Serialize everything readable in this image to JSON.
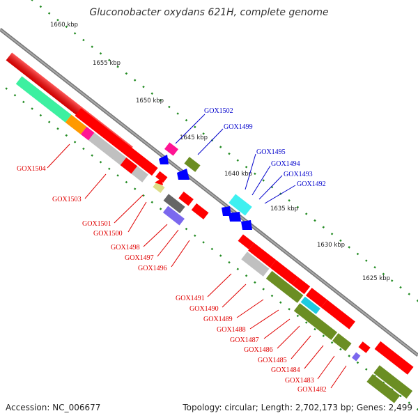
{
  "title": "Gluconobacter oxydans 621H, complete genome",
  "footer": {
    "accession": "Accession: NC_006677",
    "topology": "Topology: circular; Length: 2,702,173 bp; Genes: 2,499"
  },
  "scale_labels": [
    "1660 kbp",
    "1655 kbp",
    "1650 kbp",
    "1645 kbp",
    "1640 kbp",
    "1635 kbp",
    "1630 kbp",
    "1625 kbp"
  ],
  "genes_forward": [
    "GOX1504",
    "GOX1503",
    "GOX1501",
    "GOX1500",
    "GOX1498",
    "GOX1497",
    "GOX1496",
    "GOX1491",
    "GOX1490",
    "GOX1489",
    "GOX1488",
    "GOX1487",
    "GOX1486",
    "GOX1485",
    "GOX1484",
    "GOX1483",
    "GOX1482"
  ],
  "genes_reverse": [
    "GOX1502",
    "GOX1499",
    "GOX1495",
    "GOX1494",
    "GOX1493",
    "GOX1492"
  ],
  "colors": {
    "forward_label": "#e00000",
    "reverse_label": "#0000cc",
    "backbone": "#777777",
    "gene_red": "#ff0000",
    "gene_olive": "#6b8e23",
    "gene_gray": "#c0c0c0",
    "gene_blue": "#0000ff",
    "gene_cyan": "#1ecbe1",
    "gene_mint": "#3cf0a0",
    "gene_pink": "#ff1493",
    "gene_orange": "#ff9900",
    "gene_purple": "#7b68ee",
    "scale_dots": "#228b22"
  }
}
